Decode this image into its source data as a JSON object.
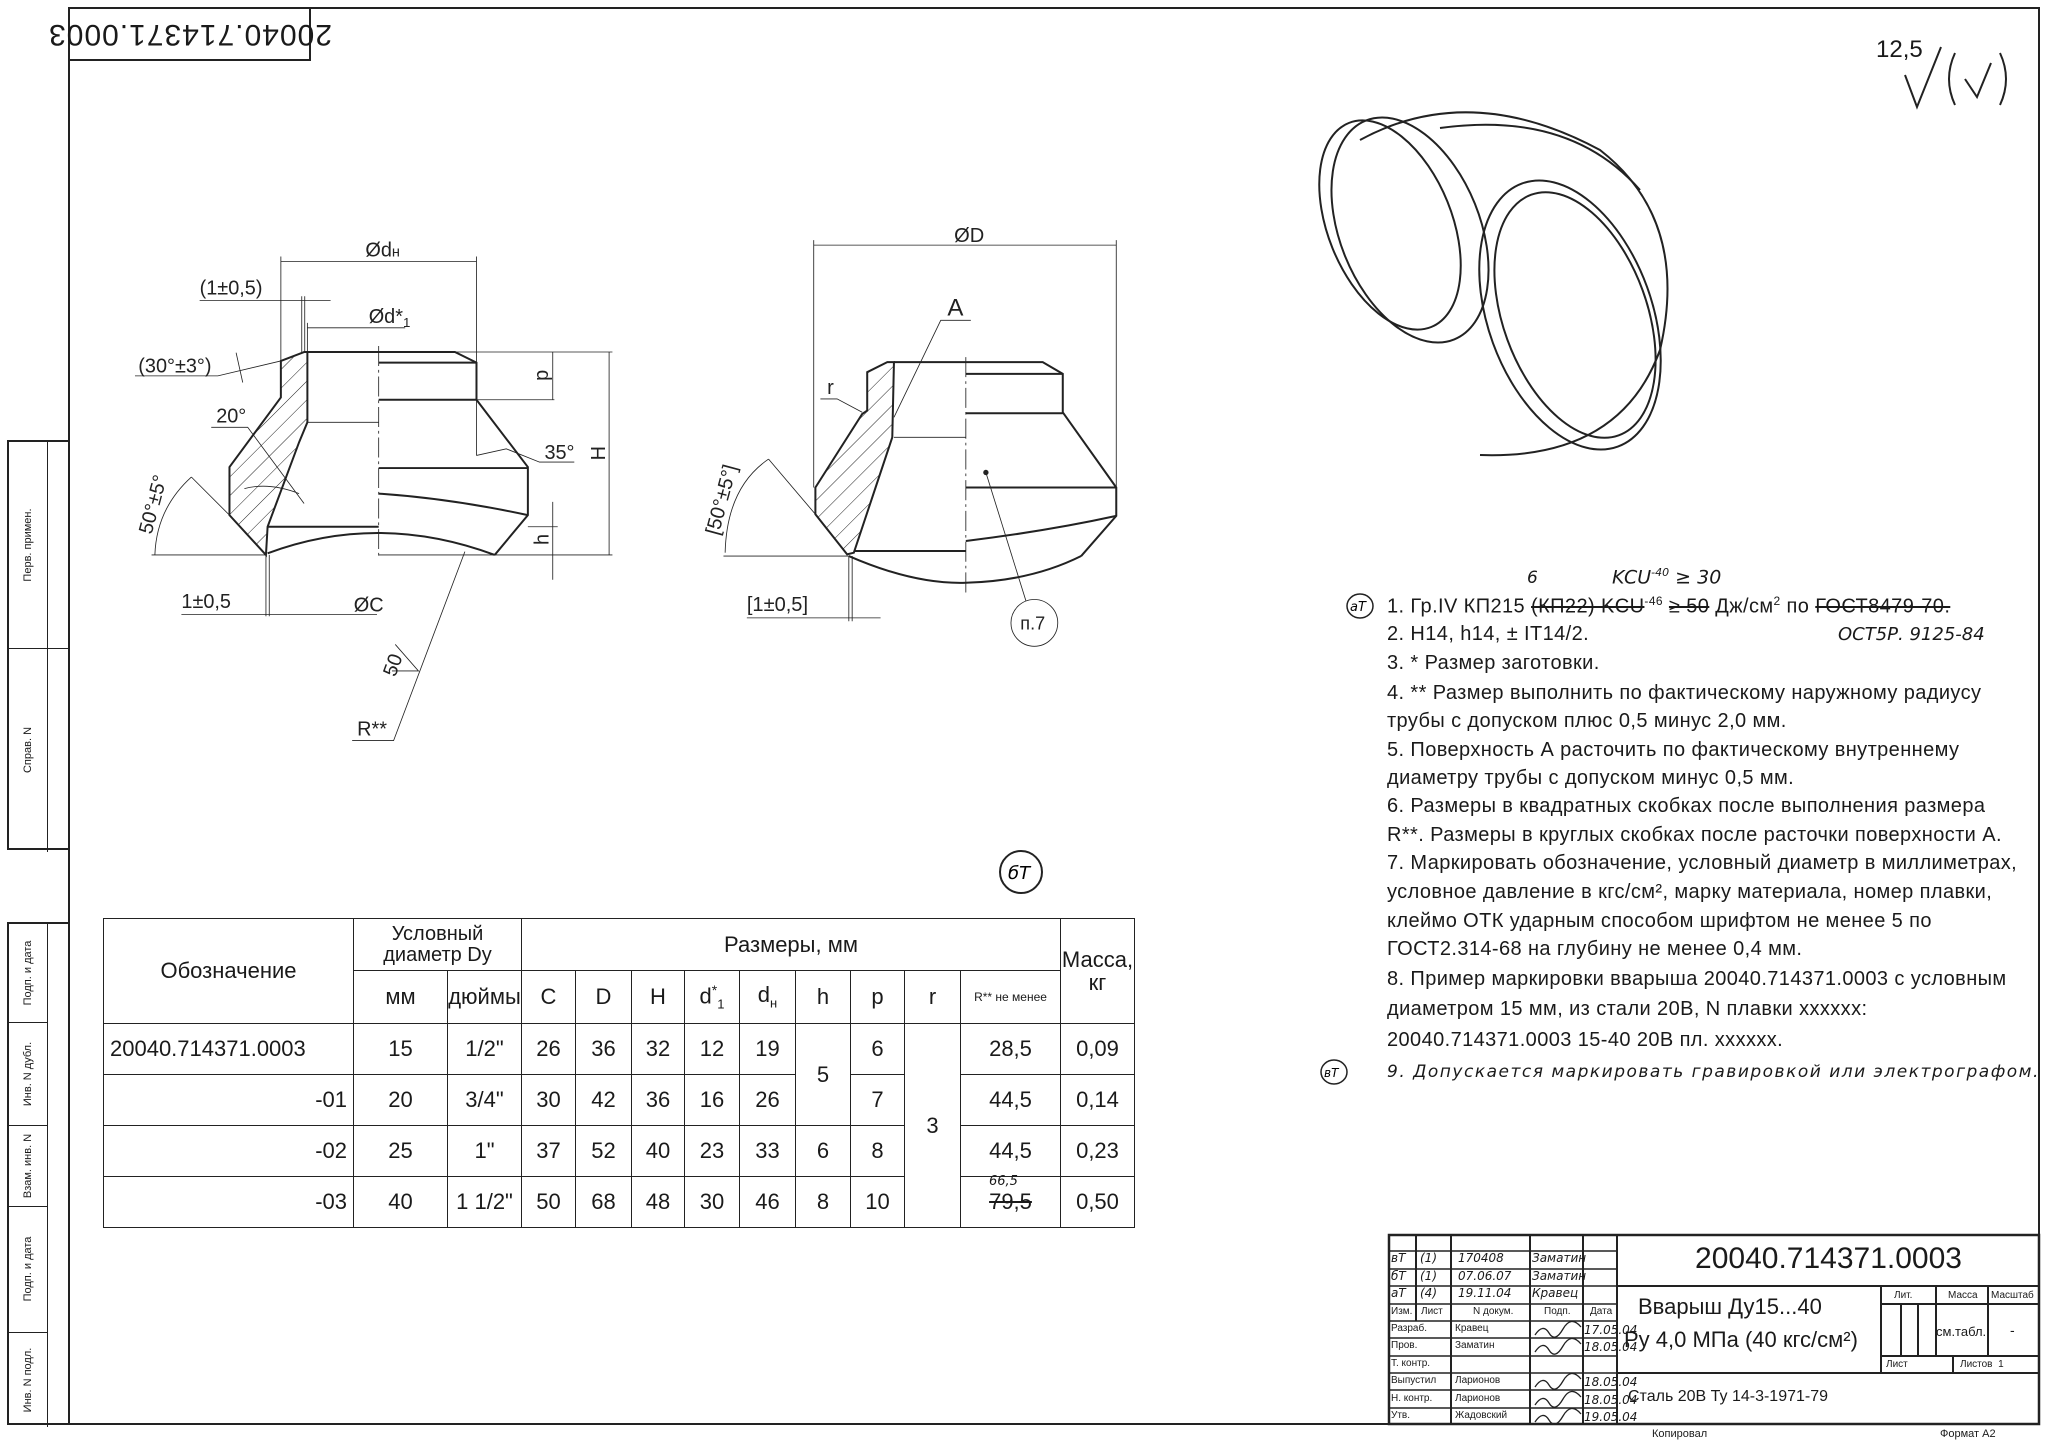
{
  "drawing_number": "20040.714371.0003",
  "roughness": {
    "value": "12,5"
  },
  "side_strip": {
    "upper": [
      "Перв. примен.",
      "Справ. N"
    ],
    "lower": [
      "Подп. и дата",
      "Инв. N дубл.",
      "Взам. инв. N",
      "Подп. и дата",
      "Инв. N подл."
    ]
  },
  "view1": {
    "dn": "Ød",
    "dn_sub": "н",
    "tol_round": "(1±0,5)",
    "d1": "Ød*",
    "d1_sub": "1",
    "angle30": "(30°±3°)",
    "angle20": "20°",
    "angle50": "50°±5°",
    "angle35": "35°",
    "p": "p",
    "H": "H",
    "h": "h",
    "tol": "1±0,5",
    "C": "ØC",
    "rough50": "50",
    "R": "R**"
  },
  "view2": {
    "D": "ØD",
    "A": "A",
    "r": "r",
    "angle50": "[50°±5°]",
    "tol": "[1±0,5]",
    "ref": "п.7"
  },
  "rev_marks": {
    "a": "аТ",
    "b": "бТ",
    "v": "вТ"
  },
  "table": {
    "headers": {
      "designation": "Обозначение",
      "nominal": "Условный диаметр Dу",
      "sizes": "Размеры, мм",
      "mass": "Масса, кг",
      "mm": "мм",
      "inch": "дюймы",
      "C": "C",
      "D": "D",
      "H": "H",
      "d1": "d",
      "d1_sup": "*",
      "d1_sub": "1",
      "dn": "d",
      "dn_sub": "н",
      "h": "h",
      "p": "p",
      "r": "r",
      "R": "R** не менее"
    },
    "rows": [
      {
        "designation": "20040.714371.0003",
        "mm": "15",
        "inch": "1/2\"",
        "C": "26",
        "D": "36",
        "H": "32",
        "d1": "12",
        "dn": "19",
        "h": "5",
        "p": "6",
        "r": "3",
        "R": "28,5",
        "mass": "0,09"
      },
      {
        "designation": "-01",
        "mm": "20",
        "inch": "3/4\"",
        "C": "30",
        "D": "42",
        "H": "36",
        "d1": "16",
        "dn": "26",
        "p": "7",
        "R": "44,5",
        "mass": "0,14"
      },
      {
        "designation": "-02",
        "mm": "25",
        "inch": "1\"",
        "C": "37",
        "D": "52",
        "H": "40",
        "d1": "23",
        "dn": "33",
        "h": "6",
        "p": "8",
        "R": "44,5",
        "mass": "0,23"
      },
      {
        "designation": "-03",
        "mm": "40",
        "inch": "1 1/2\"",
        "C": "50",
        "D": "68",
        "H": "48",
        "d1": "30",
        "dn": "46",
        "h": "8",
        "p": "10",
        "R": "79,5",
        "R_correction": "66,5",
        "mass": "0,50"
      }
    ]
  },
  "notes": {
    "n1": {
      "a": "1. Гр.IV КП215",
      "strike1": "(КП22) KCU",
      "sup1": "-46",
      "strike2": "≥ 50",
      "b": " Дж/см",
      "sup2": "2",
      "c": " по ",
      "strike3": "ГОСТ8479-70.",
      "fix_6": "6",
      "fix_kcu": "KCU",
      "fix_sup": "-40",
      "fix_val": "≥ 30",
      "fix_std": "ОСТ5Р. 9125-84"
    },
    "lines": [
      "2. Н14, h14,  ± IT14/2.",
      "3. * Размер заготовки.",
      "4. ** Размер выполнить по фактическому наружному радиусу",
      "трубы с допуском плюс 0,5 минус 2,0 мм.",
      "5. Поверхность А расточить по фактическому внутреннему",
      "диаметру трубы с допуском минус 0,5 мм.",
      "6. Размеры в квадратных скобках после выполнения размера",
      "R**. Размеры в круглых скобках после расточки поверхности А.",
      "7. Маркировать обозначение, условный диаметр в миллиметрах,",
      "условное давление в кгс/см², марку материала, номер плавки,",
      "клеймо ОТК ударным способом шрифтом не менее 5 по",
      "ГОСТ2.314-68 на глубину не менее 0,4 мм.",
      "8. Пример маркировки вварыша 20040.714371.0003 с условным",
      "диаметром 15 мм, из стали 20В, N плавки xxxxxx:",
      "20040.714371.0003 15-40 20В пл. xxxxxx."
    ],
    "n9": "9. Допускается маркировать гравировкой или электрографом."
  },
  "title_block": {
    "revisions": [
      {
        "mark": "вТ",
        "sheet": "(1)",
        "doc": "170408",
        "name": "Заматин"
      },
      {
        "mark": "бТ",
        "sheet": "(1)",
        "doc": "07.06.07",
        "name": "Заматин"
      },
      {
        "mark": "аТ",
        "sheet": "(4)",
        "doc": "19.11.04",
        "name": "Кравец"
      }
    ],
    "headers": {
      "change": "Изм.",
      "sheet": "Лист",
      "doc": "N докум.",
      "sign": "Подп.",
      "date": "Дата"
    },
    "roles": [
      {
        "role": "Разраб.",
        "name": "Кравец",
        "date": "17.05.04"
      },
      {
        "role": "Пров.",
        "name": "Заматин",
        "date": "18.05.04"
      },
      {
        "role": "Т. контр.",
        "name": "",
        "date": ""
      },
      {
        "role": "Выпустил",
        "name": "Ларионов",
        "date": "18.05.04"
      },
      {
        "role": "Н. контр.",
        "name": "Ларионов",
        "date": "18.05.04"
      },
      {
        "role": "Утв.",
        "name": "Жадовский",
        "date": "19.05.04"
      }
    ],
    "code": "20040.714371.0003",
    "name_line1": "Вварыш Ду15...40",
    "name_line2": "Ру 4,0 МПа (40 кгс/см²)",
    "material": "Сталь 20В Ту 14-3-1971-79",
    "lit_label": "Лит.",
    "mass_label": "Масса",
    "scale_label": "Масштаб",
    "mass_value": "см.табл.",
    "scale_value": "-",
    "sheet_label": "Лист",
    "sheets_label": "Листов",
    "sheets_value": "1"
  },
  "footer": {
    "copied": "Копировал",
    "format": "Формат А2"
  }
}
